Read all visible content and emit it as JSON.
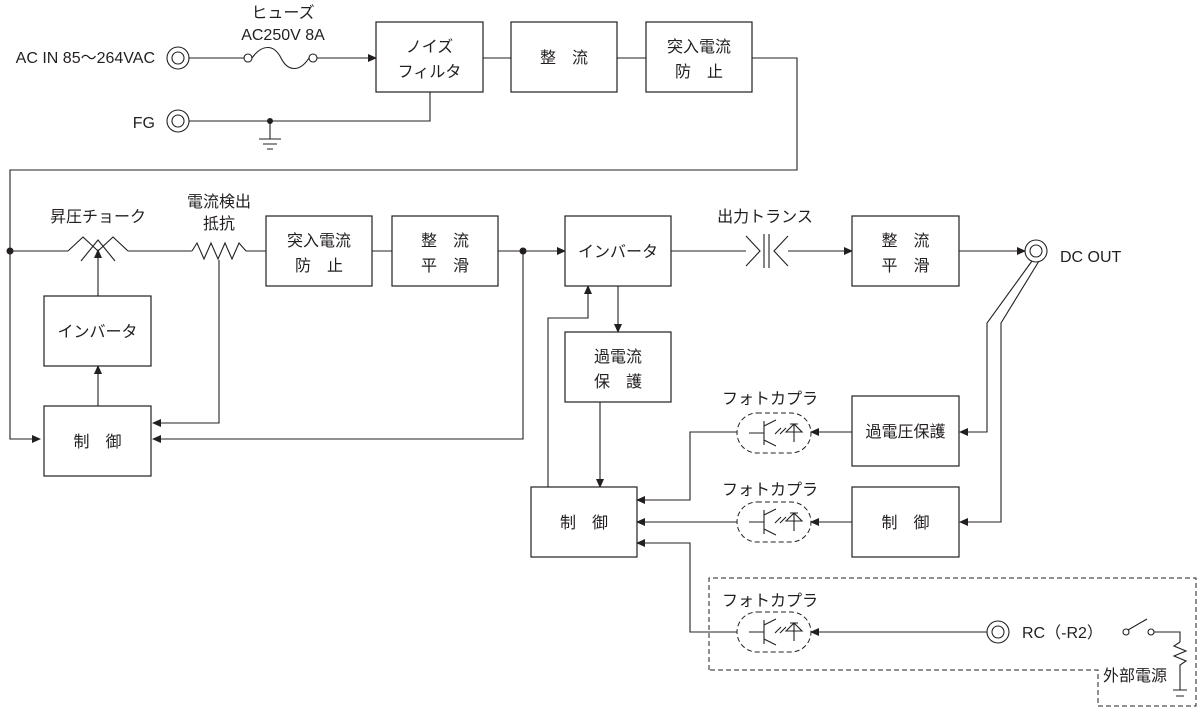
{
  "input": {
    "ac_in": "AC IN 85～264VAC",
    "fg": "FG",
    "fuse_name": "ヒューズ",
    "fuse_rating": "AC250V 8A"
  },
  "blocks": {
    "noise_filter": [
      "ノイズ",
      "フィルタ"
    ],
    "rectify1": "整　流",
    "inrush1": [
      "突入電流",
      "防　止"
    ],
    "boost_choke": "昇圧チョーク",
    "sense_resistor": [
      "電流検出",
      "抵抗"
    ],
    "inrush2": [
      "突入電流",
      "防　止"
    ],
    "rectify_smooth1": [
      "整　流",
      "平　滑"
    ],
    "pfc_inverter": "インバータ",
    "pfc_control": "制　御",
    "main_inverter": "インバータ",
    "output_transformer": "出力トランス",
    "rectify_smooth2": [
      "整　流",
      "平　滑"
    ],
    "overcurrent": [
      "過電流",
      "保　護"
    ],
    "main_control": "制　御",
    "overvoltage": "過電圧保護",
    "feedback_control": "制　御",
    "photocoupler_label": "フォトカプラ"
  },
  "output": {
    "dc_out": "DC OUT",
    "rc": "RC（-R2）",
    "ext_power": "外部電源"
  }
}
